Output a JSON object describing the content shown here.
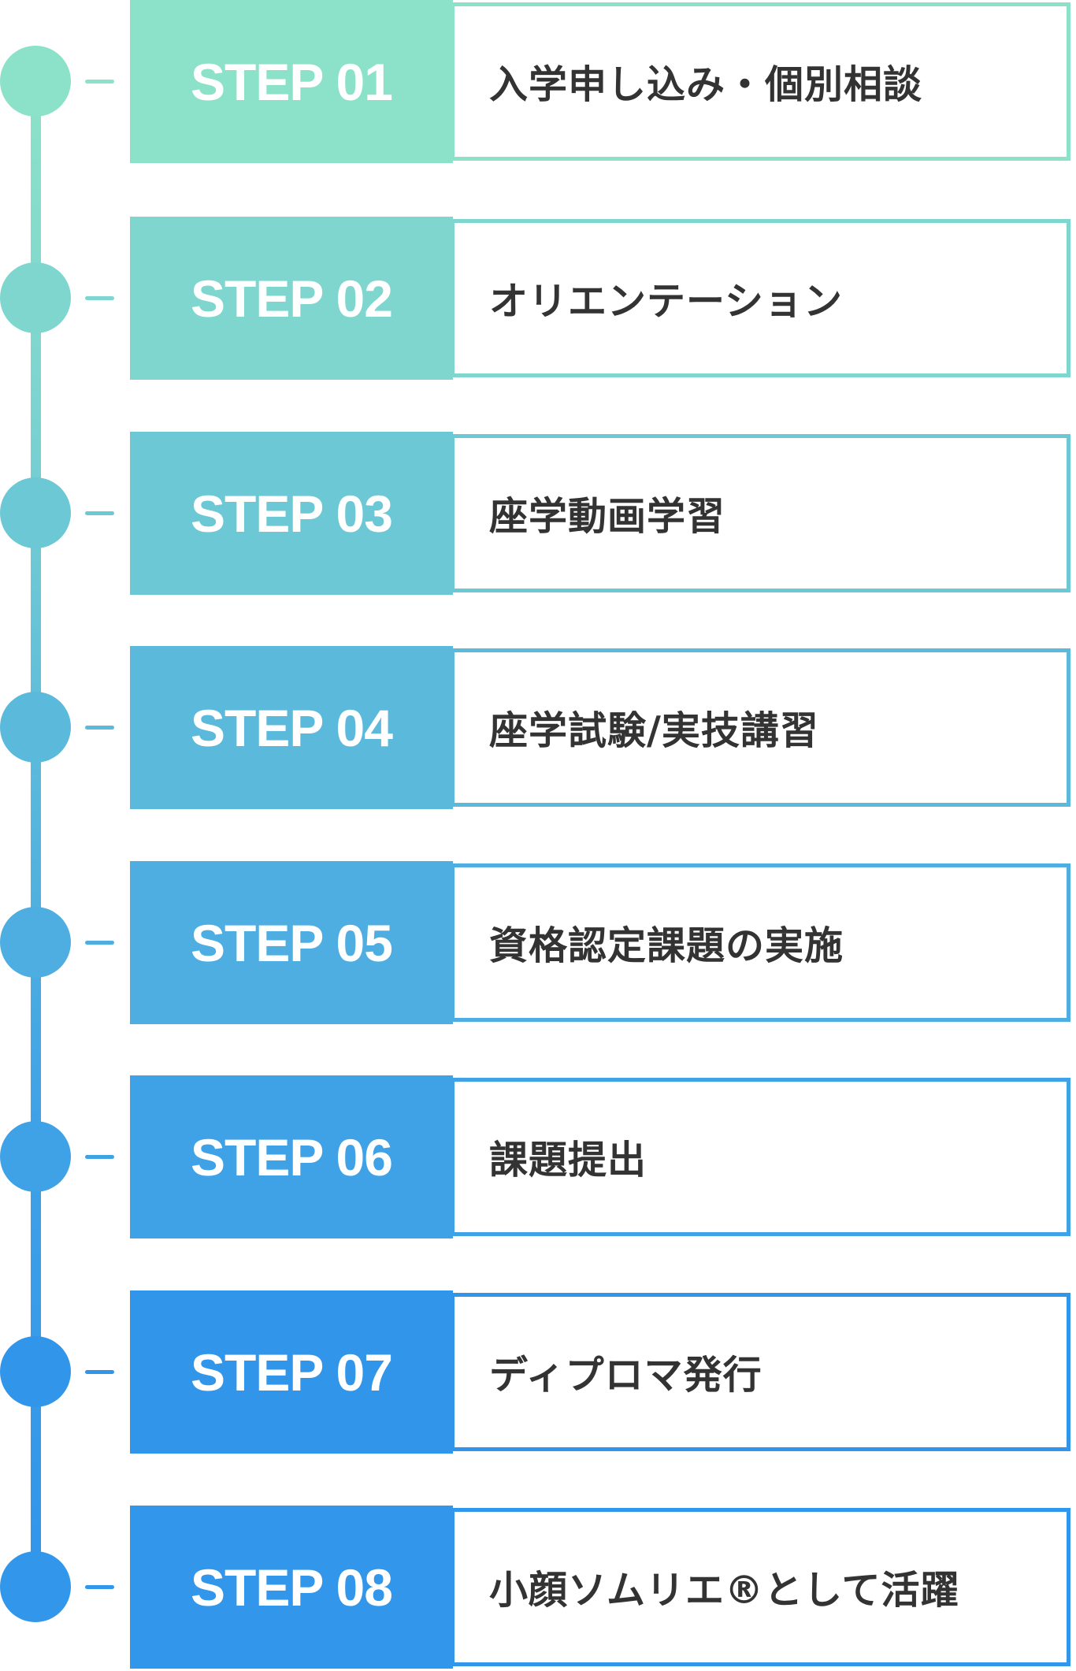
{
  "steps": [
    {
      "label": "STEP 01",
      "text": "入学申し込み・個別相談",
      "color": "#8ce2c8"
    },
    {
      "label": "STEP 02",
      "text": "オリエンテーション",
      "color": "#7ed6cf"
    },
    {
      "label": "STEP 03",
      "text": "座学動画学習",
      "color": "#6cc8d4"
    },
    {
      "label": "STEP 04",
      "text": "座学試験/実技講習",
      "color": "#5bbadb"
    },
    {
      "label": "STEP 05",
      "text": "資格認定課題の実施",
      "color": "#4eaee1"
    },
    {
      "label": "STEP 06",
      "text": "課題提出",
      "color": "#3fa2e6"
    },
    {
      "label": "STEP 07",
      "text": "ディプロマ発行",
      "color": "#3195ea"
    },
    {
      "label": "STEP 08",
      "text": "小顔ソムリエ®として活躍",
      "color": "#3296ea"
    }
  ]
}
